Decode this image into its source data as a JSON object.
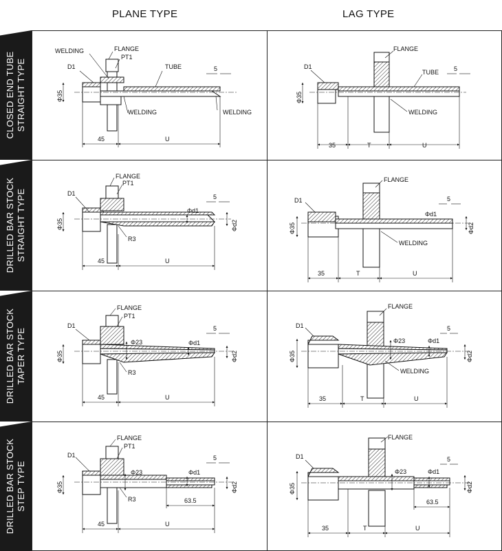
{
  "columns": {
    "plane": "PLANE TYPE",
    "lag": "LAG TYPE"
  },
  "rows": [
    {
      "line1": "CLOSED END TUBE",
      "line2": "STRAIGHT TYPE"
    },
    {
      "line1": "DRILLED BAR STOCK",
      "line2": "STRAIGHT TYPE"
    },
    {
      "line1": "DRILLED BAR STOCK",
      "line2": "TAPER TYPE"
    },
    {
      "line1": "DRILLED BAR STOCK",
      "line2": "STEP  TYPE"
    }
  ],
  "labels": {
    "welding": "WELDING",
    "flange": "FLANGE",
    "pt1": "PT1",
    "tube": "TUBE",
    "d1": "D1",
    "phi35": "Φ35",
    "five": "5",
    "fortyfive": "45",
    "thirtyfive": "35",
    "u": "U",
    "t": "T",
    "phid1": "Φd1",
    "phid2": "Φd2",
    "r3": "R3",
    "phi23": "Φ23",
    "sixtythree": "63.5"
  }
}
